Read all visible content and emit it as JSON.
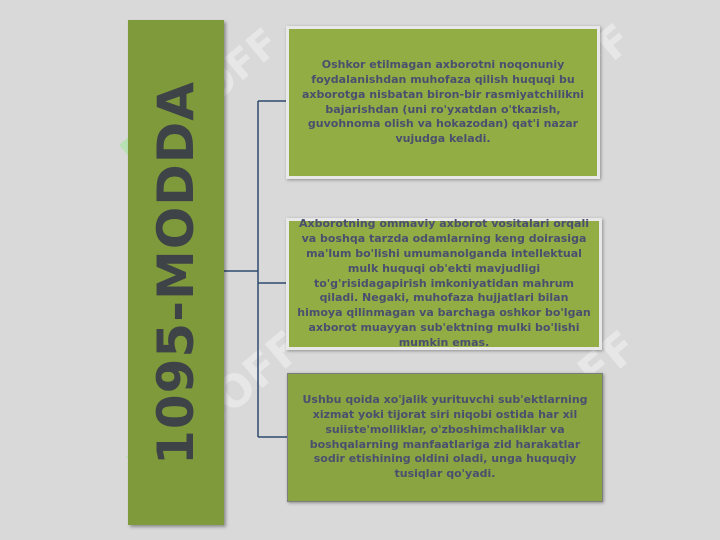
{
  "diagram": {
    "title": "1095-MODDA",
    "items": [
      {
        "text": "Oshkor etilmagan axborotni noqonuniy foydalanishdan muhofaza qilish huquqi bu axborotga nisbatan biron-bir rasmiyatchilikni bajarishdan (uni ro'yxatdan o'tkazish, guvohnoma olish va hokazodan) qat'i nazar vujudga keladi."
      },
      {
        "text": "Axborotning ommaviy axborot vositalari orqali va boshqa tarzda odamlarning keng doirasiga ma'lum bo'lishi umumanolganda intellektual mulk huquqi ob'ekti mavjudligi to'g'risidagapirish imkoniyatidan mahrum qiladi. Negaki, muhofaza hujjatlari bilan himoya qilinmagan va barchaga oshkor bo'lgan axborot muayyan sub'ektning mulki bo'lishi mumkin emas."
      },
      {
        "text": "Ushbu qoida xo'jalik yurituvchi sub'ektlarning xizmat yoki tijorat siri niqobi ostida har xil suiiste'molliklar, o'zboshimchaliklar va boshqalarning manfaatlariga zid harakatlar sodir etishining oldini oladi, unga huquqiy tusiqlar qo'yadi."
      }
    ]
  },
  "colors": {
    "background": "#d9d9d9",
    "title_bar": "#7f9a3a",
    "box_fill": "#93ad45",
    "text": "#4a4f6e",
    "connector": "#2f4a6e",
    "watermark": "#8fe08a"
  },
  "watermark": {
    "text": "SOFF",
    "icon": "logo-mark-icon"
  }
}
